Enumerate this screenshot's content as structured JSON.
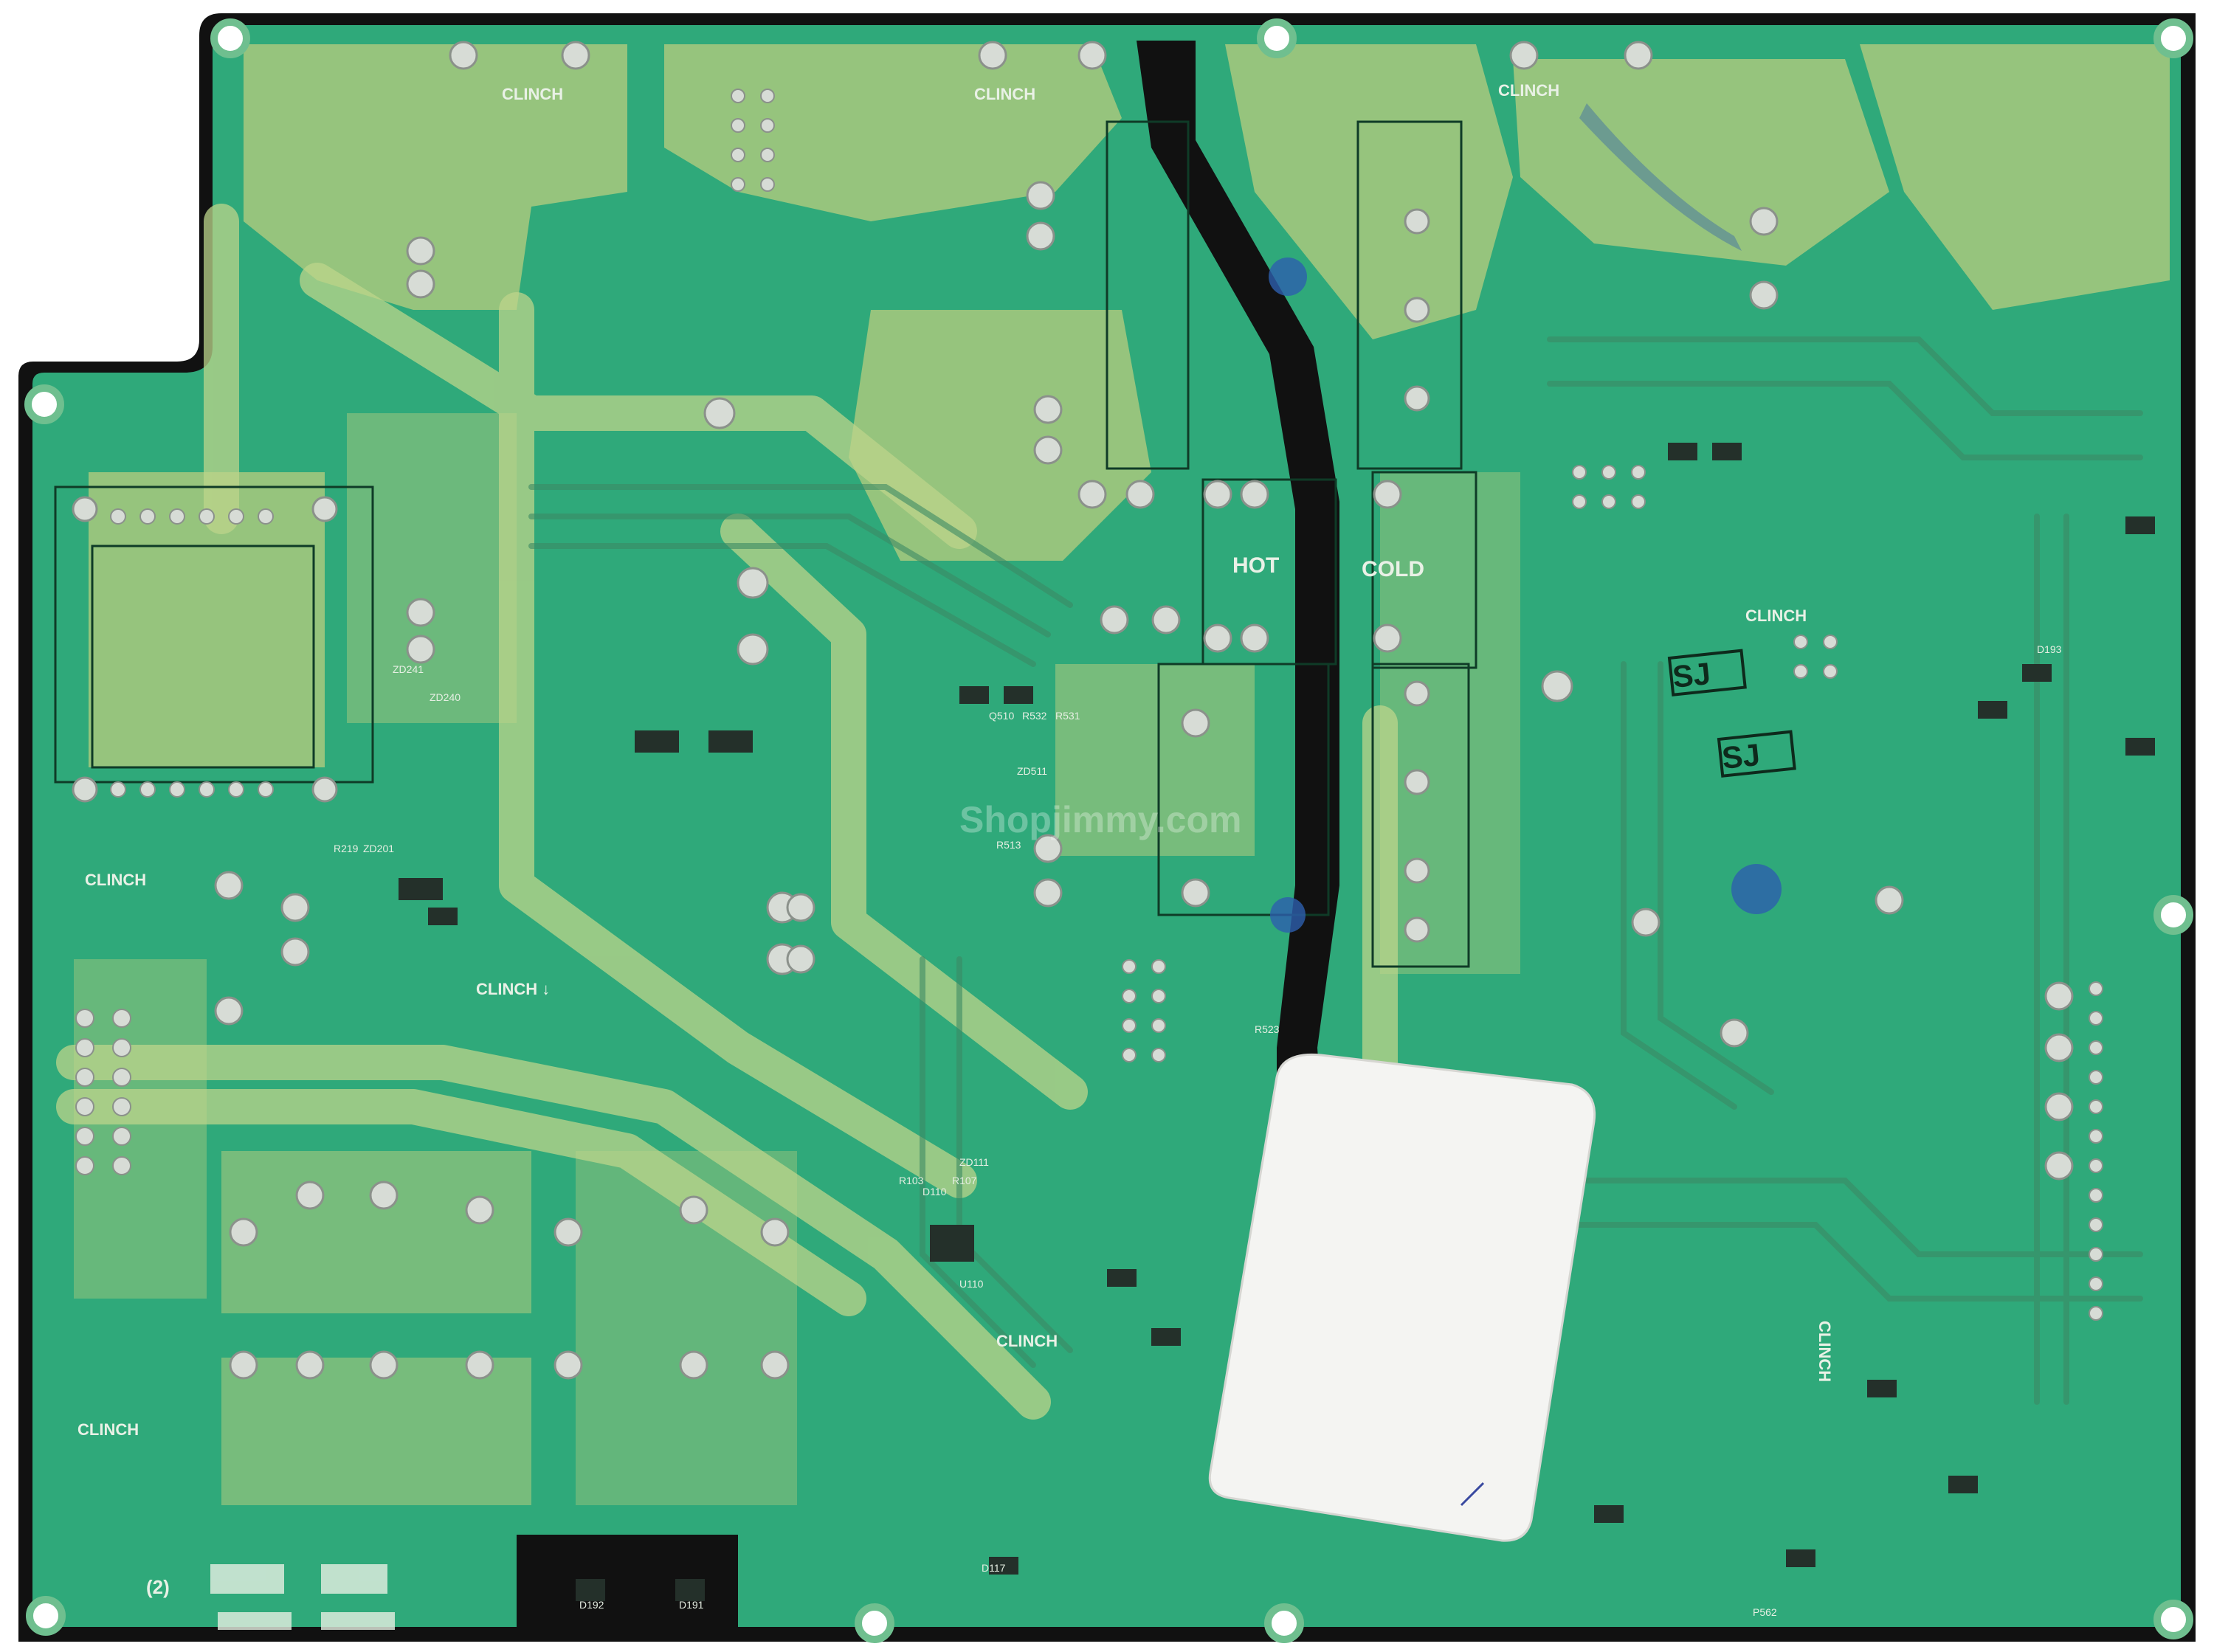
{
  "board": {
    "colors": {
      "substrate": "#2fa97a",
      "copper_pour": "#a9c97e",
      "edge": "#111111",
      "silkscreen": "#e9f1e6",
      "label_paper": "#f4f4f2",
      "ink_blue": "#2e5fae"
    },
    "labels": {
      "clinch_left_top": "CLINCH",
      "clinch_center_top": "CLINCH",
      "clinch_right_top": "CLINCH",
      "clinch_left_mid": "CLINCH",
      "clinch_center_mid": "CLINCH ↓",
      "clinch_right_mid": "CLINCH",
      "clinch_bottom_left": "CLINCH",
      "clinch_bottom_center": "CLINCH",
      "clinch_right_low": "CLINCH",
      "hot": "HOT",
      "cold": "COLD",
      "board_number": "(2)",
      "watermark": "Shopjimmy.com",
      "inspection_stamp_1": "SJ",
      "inspection_stamp_2": "SJ"
    },
    "designators": {
      "r219": "R219",
      "zd201": "ZD201",
      "zd241": "ZD241",
      "zd240": "ZD240",
      "q510": "Q510",
      "r532": "R532",
      "r531": "R531",
      "zd511": "ZD511",
      "d117": "D117",
      "d191": "D191",
      "d192": "D192",
      "p562": "P562",
      "d193": "D193",
      "r103": "R103",
      "r107": "R107",
      "u110": "U110",
      "zd111": "ZD111",
      "d110": "D110",
      "r513": "R513",
      "r523": "R523"
    }
  }
}
